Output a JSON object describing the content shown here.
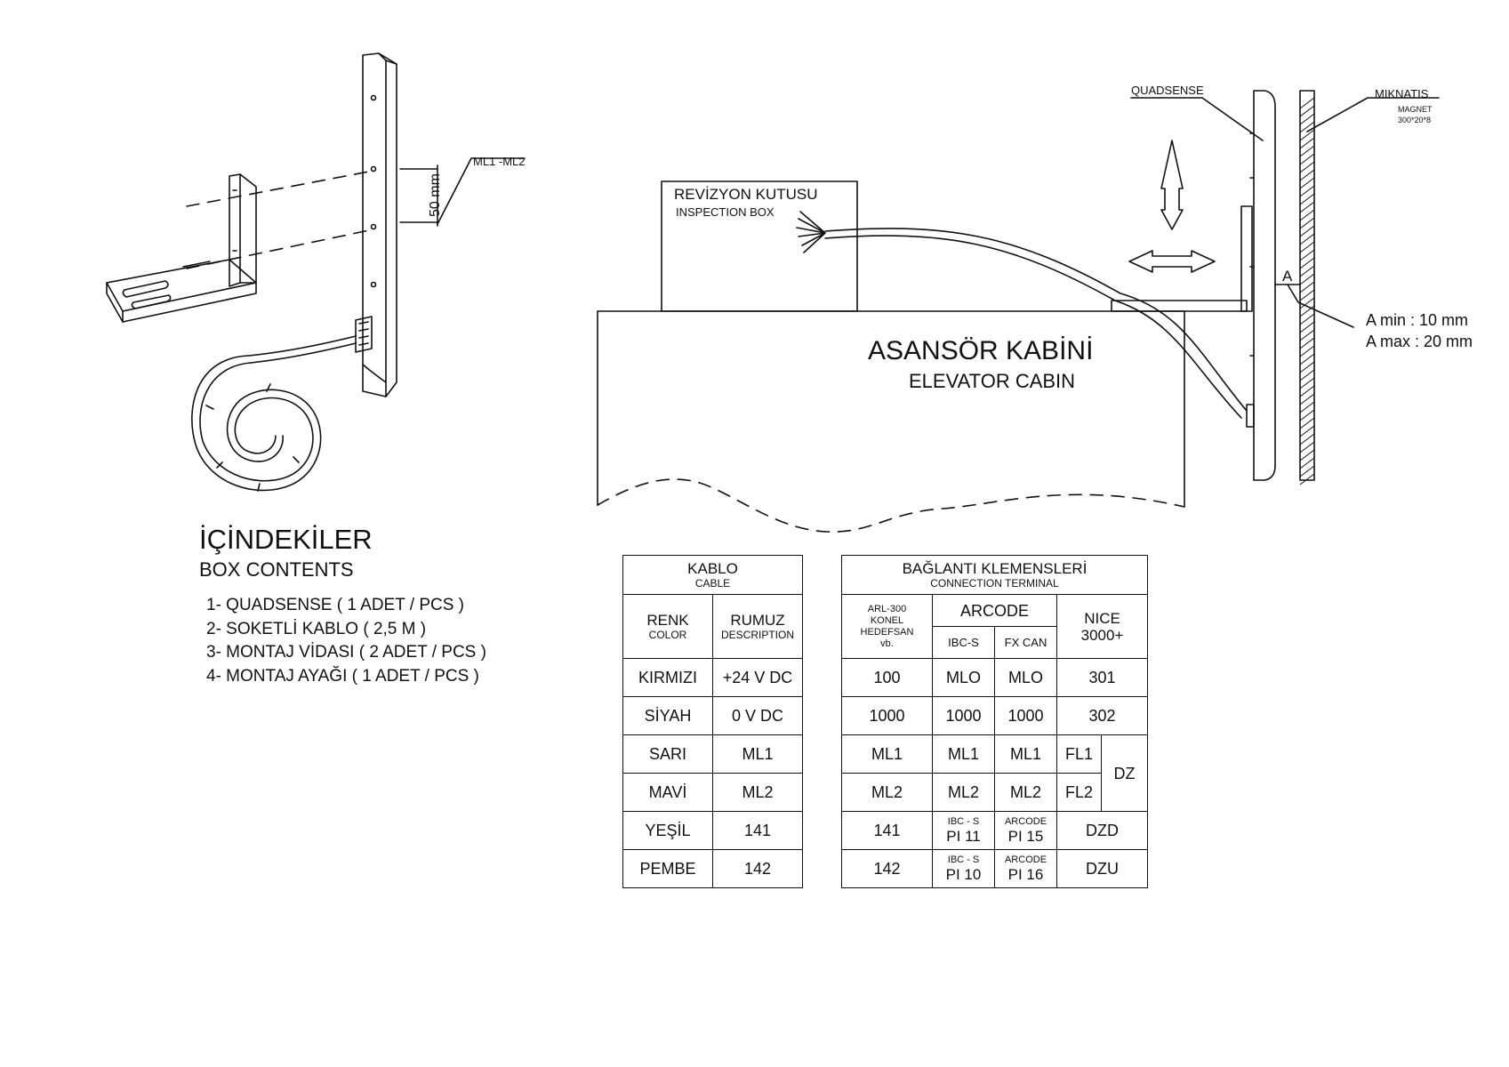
{
  "left_drawing": {
    "dimension_label": "50 mm",
    "leader_label": "ML1 -ML2"
  },
  "contents": {
    "title": "İÇİNDEKİLER",
    "subtitle": "BOX CONTENTS",
    "items": [
      "1- QUADSENSE  ( 1 ADET / PCS )",
      "2- SOKETLİ KABLO ( 2,5 M )",
      "3- MONTAJ VİDASI ( 2 ADET / PCS )",
      "4- MONTAJ AYAĞI ( 1 ADET / PCS )"
    ]
  },
  "installation": {
    "box_title": "REVİZYON KUTUSU",
    "box_subtitle": "INSPECTION BOX",
    "cabin_title": "ASANSÖR KABİNİ",
    "cabin_subtitle": "ELEVATOR CABIN",
    "sensor_label": "QUADSENSE",
    "magnet_label": "MIKNATIS",
    "magnet_sub": "MAGNET",
    "magnet_size": "300*20*8",
    "gap_marker": "A",
    "gap_min": "A min : 10 mm",
    "gap_max": "A max : 20 mm"
  },
  "cable_table": {
    "title": "KABLO",
    "subtitle": "CABLE",
    "col1": "RENK",
    "col1_sub": "COLOR",
    "col2": "RUMUZ",
    "col2_sub": "DESCRIPTION",
    "rows": [
      [
        "KIRMIZI",
        "+24 V DC"
      ],
      [
        "SİYAH",
        "0 V DC"
      ],
      [
        "SARI",
        "ML1"
      ],
      [
        "MAVİ",
        "ML2"
      ],
      [
        "YEŞİL",
        "141"
      ],
      [
        "PEMBE",
        "142"
      ]
    ]
  },
  "terminal_table": {
    "title": "BAĞLANTI KLEMENSLERİ",
    "subtitle": "CONNECTION TERMINAL",
    "col_a": [
      "ARL-300",
      "KONEL",
      "HEDEFSAN",
      "vb."
    ],
    "col_b": "ARCODE",
    "col_b1": "IBC-S",
    "col_b2": "FX CAN",
    "col_c": [
      "NICE",
      "3000+"
    ],
    "row1": [
      "100",
      "MLO",
      "MLO",
      "301"
    ],
    "row2": [
      "1000",
      "1000",
      "1000",
      "302"
    ],
    "row3": [
      "ML1",
      "ML1",
      "ML1",
      "FL1",
      "DZ"
    ],
    "row4": [
      "ML2",
      "ML2",
      "ML2",
      "FL2"
    ],
    "row5": {
      "a": "141",
      "b_top": "IBC - S",
      "b": "PI 11",
      "c_top": "ARCODE",
      "c": "PI 15",
      "d": "DZD"
    },
    "row6": {
      "a": "142",
      "b_top": "IBC - S",
      "b": "PI 10",
      "c_top": "ARCODE",
      "c": "PI 16",
      "d": "DZU"
    }
  }
}
